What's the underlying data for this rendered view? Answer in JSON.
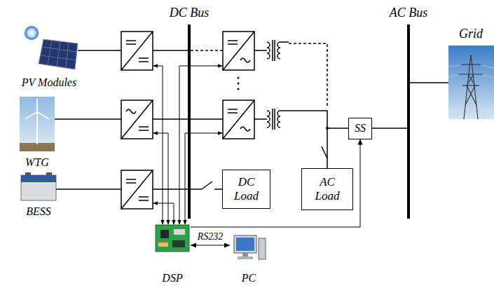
{
  "diagram": {
    "nodes": [
      {
        "text": [
          "SS"
        ]
      },
      {
        "text": [
          "DC Load"
        ]
      },
      {
        "text": [
          "AC Load"
        ]
      },
      {
        "text": [
          "DSP"
        ]
      },
      {
        "text": [
          "PC"
        ]
      }
    ],
    "edges": [
      {
        "from": 3,
        "to": 4,
        "arrow": "both",
        "label": "RS232"
      },
      {
        "from": 3,
        "to": 0,
        "arrow": "to"
      }
    ],
    "labels": [
      "DC Bus",
      "AC Bus",
      "Grid",
      "PV Modules",
      "WTG",
      "BESS"
    ]
  }
}
